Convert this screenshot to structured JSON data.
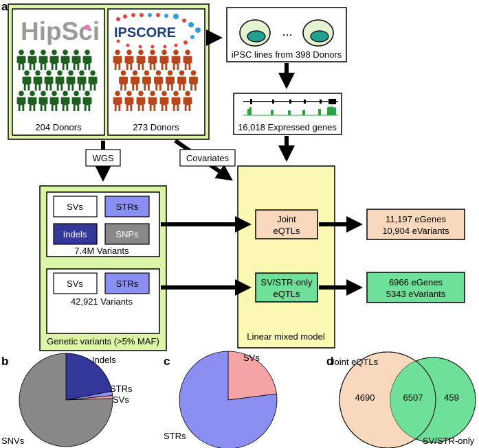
{
  "panel_labels": {
    "a": "a",
    "b": "b",
    "c": "c",
    "d": "d"
  },
  "cohorts": {
    "hipsci": {
      "logo": "HipSci",
      "donors": "204 Donors",
      "color": "#1e5e1e"
    },
    "ipscore": {
      "logo": "IPSCORE",
      "donors": "273 Donors",
      "color": "#b8461c"
    }
  },
  "ipsc_lines": {
    "ellipsis": "...",
    "label": "iPSC lines from 398 Donors"
  },
  "expressed": {
    "label": "16,018 Expressed genes"
  },
  "arrows": {
    "wgs": "WGS",
    "covariates": "Covariates"
  },
  "variants": {
    "all_box": {
      "svs": "SVs",
      "strs": "STRs",
      "indels": "Indels",
      "snps": "SNPs",
      "count": "7.4M Variants"
    },
    "sv_str_box": {
      "svs": "SVs",
      "strs": "STRs",
      "count": "42,921 Variants"
    },
    "caption": "Genetic variants (>5% MAF)"
  },
  "model": {
    "joint": [
      "Joint",
      "eQTLs"
    ],
    "svstr": [
      "SV/STR-only",
      "eQTLs"
    ],
    "caption": "Linear mixed model"
  },
  "results": {
    "joint": [
      "11,197 eGenes",
      "10,904 eVariants"
    ],
    "svstr": [
      "6966 eGenes",
      "5343 eVariants"
    ]
  },
  "colors": {
    "panel_green": "#ddf5a6",
    "model_yellow": "#fbf8b4",
    "joint_peach": "#f9d9bd",
    "svstr_green": "#6fe09a",
    "strs_blue": "#8c8ff2",
    "indels_navy": "#333799",
    "snps_gray": "#888888",
    "svs_pink": "#f5a4a6",
    "venn_left": "#f9d9bd",
    "venn_right": "#6fe09a"
  },
  "chart_data": [
    {
      "type": "pie",
      "panel": "b",
      "slices": [
        {
          "label": "SNVs",
          "value": 75.5,
          "color": "#888888"
        },
        {
          "label": "Indels",
          "value": 22.0,
          "color": "#333799"
        },
        {
          "label": "STRs",
          "value": 1.5,
          "color": "#8c8ff2"
        },
        {
          "label": "SVs",
          "value": 1.0,
          "color": "#f5a4a6"
        }
      ]
    },
    {
      "type": "pie",
      "panel": "c",
      "slices": [
        {
          "label": "STRs",
          "value": 77,
          "color": "#8c8ff2"
        },
        {
          "label": "SVs",
          "value": 23,
          "color": "#f5a4a6"
        }
      ]
    },
    {
      "type": "venn",
      "panel": "d",
      "sets": [
        "Joint eQTLs",
        "SV/STR-only"
      ],
      "regions": {
        "left_only": 4690,
        "overlap": 6507,
        "right_only": 459
      }
    }
  ]
}
